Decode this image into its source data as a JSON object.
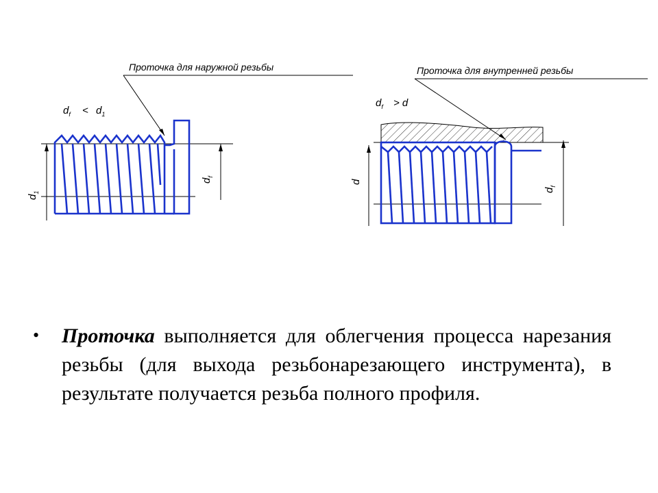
{
  "left_view": {
    "callout": "Проточка для наружной резьбы",
    "label_df": "d",
    "label_df_sub": "f",
    "label_cmp": "<",
    "label_d1": "d",
    "label_d1_sub": "1",
    "dim_d1": "d",
    "dim_d1_sub": "1",
    "dim_df": "d",
    "dim_df_sub": "f"
  },
  "right_view": {
    "callout": "Проточка для внутренней резьбы",
    "label_df": "d",
    "label_df_sub": "f",
    "label_cmp": "> d",
    "dim_d": "d",
    "dim_df": "d",
    "dim_df_sub": "f"
  },
  "colors": {
    "thread": "#1a33cc",
    "outline": "#000000"
  },
  "text": {
    "bullet": "•",
    "bold_term": "Проточка",
    "body": " выполняется для облегчения процесса нарезания резьбы (для выхода резьбонарезающего инструмента), в результате получается резьба полного профиля."
  }
}
